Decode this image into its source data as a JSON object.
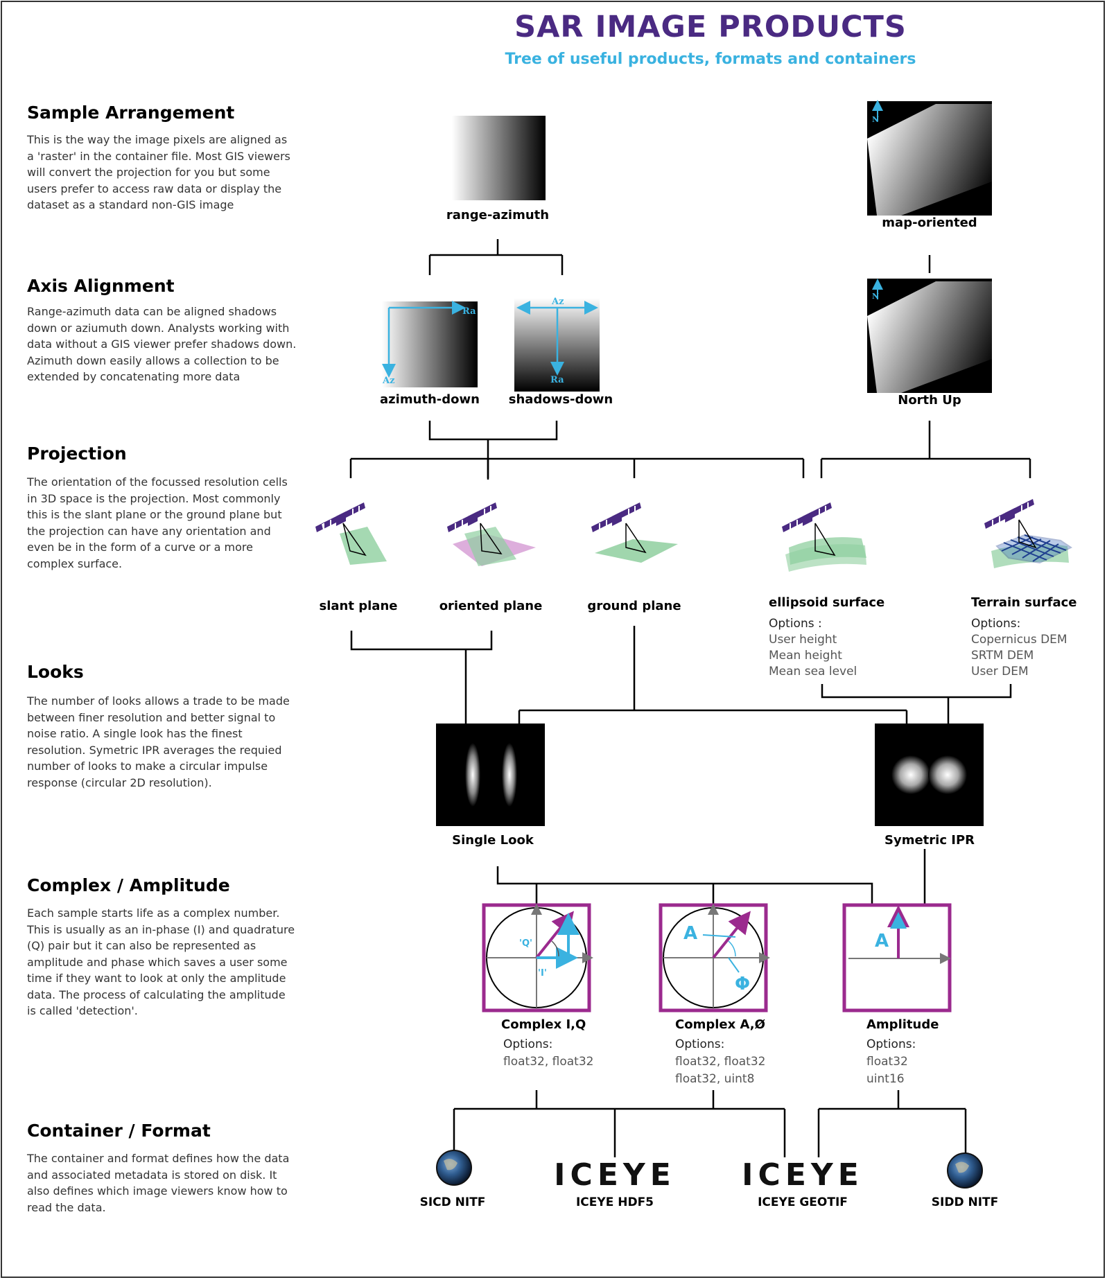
{
  "header": {
    "title": "SAR IMAGE PRODUCTS",
    "subtitle": "Tree of useful products, formats and containers"
  },
  "sections": [
    {
      "title": "Sample Arrangement",
      "desc": "This is the way the image pixels are aligned as a 'raster' in the container file. Most GIS viewers will convert the projection for you but some users prefer to access raw data or display the dataset as a standard non-GIS image"
    },
    {
      "title": "Axis Alignment",
      "desc": "Range-azimuth data can be aligned shadows down or aziumuth down. Analysts working with data without a GIS viewer prefer shadows down. Azimuth down easily allows a collection to be extended by concatenating more data"
    },
    {
      "title": "Projection",
      "desc": "The orientation of the focussed resolution cells in 3D space is the projection. Most commonly this is the slant plane or the ground plane but the projection can have any orientation and even be in the form of a curve or a more complex surface."
    },
    {
      "title": "Looks",
      "desc": "The number of looks allows a trade to be made between finer resolution and better signal to noise ratio. A single look has the finest resolution. Symetric IPR averages the requied number of looks to make a circular impulse response (circular 2D resolution)."
    },
    {
      "title": "Complex / Amplitude",
      "desc": "Each sample starts life as a complex number. This is usually as an in-phase (I) and quadrature (Q) pair but it can also be represented as amplitude and phase which saves a user some time if they want to look at only the amplitude data. The process of calculating the amplitude is called 'detection'."
    },
    {
      "title": "Container / Format",
      "desc": "The container and format defines how the data and associated metadata is stored on disk. It also defines which image viewers know how to read the data."
    }
  ],
  "nodes": {
    "range_azimuth": "range-azimuth",
    "map_oriented": "map-oriented",
    "azimuth_down": "azimuth-down",
    "shadows_down": "shadows-down",
    "north_up": "North Up",
    "slant_plane": "slant plane",
    "oriented_plane": "oriented plane",
    "ground_plane": "ground plane",
    "ellipsoid_surface": "ellipsoid surface",
    "terrain_surface": "Terrain surface",
    "single_look": "Single Look",
    "symetric_ipr": "Symetric IPR",
    "complex_iq": "Complex I,Q",
    "complex_aphi": "Complex A,Ø",
    "amplitude": "Amplitude",
    "sicd_nitf": "SICD NITF",
    "iceye_hdf5": "ICEYE HDF5",
    "iceye_geotif": "ICEYE GEOTIF",
    "sidd_nitf": "SIDD NITF"
  },
  "options_label": "Options:",
  "ellipsoid_options": {
    "head": "Options :",
    "items": [
      "User height",
      "Mean height",
      "Mean sea level"
    ]
  },
  "terrain_options": {
    "head": "Options:",
    "items": [
      "Copernicus DEM",
      "SRTM DEM",
      "User DEM"
    ]
  },
  "complex_iq_options": [
    "float32, float32"
  ],
  "complex_aphi_options": [
    "float32, float32",
    "float32, uint8"
  ],
  "amplitude_options": [
    "float32",
    "uint16"
  ],
  "axis_labels": {
    "ra": "Ra",
    "az": "Az",
    "n": "N",
    "q": "'Q'",
    "i": "'I'",
    "a": "A",
    "phi": "Φ"
  },
  "brand_wordmark": "ICEYE",
  "colors": {
    "title": "#4a2a82",
    "subtitle": "#3ab2e0",
    "accent_purple": "#9b2a8e",
    "arrow_blue": "#3ab2e0",
    "plane_green": "#8fcf9f",
    "satellite_purple": "#4a2a82"
  },
  "icons": [
    "satellite-icon",
    "earth-globe-icon",
    "north-arrow-icon"
  ]
}
